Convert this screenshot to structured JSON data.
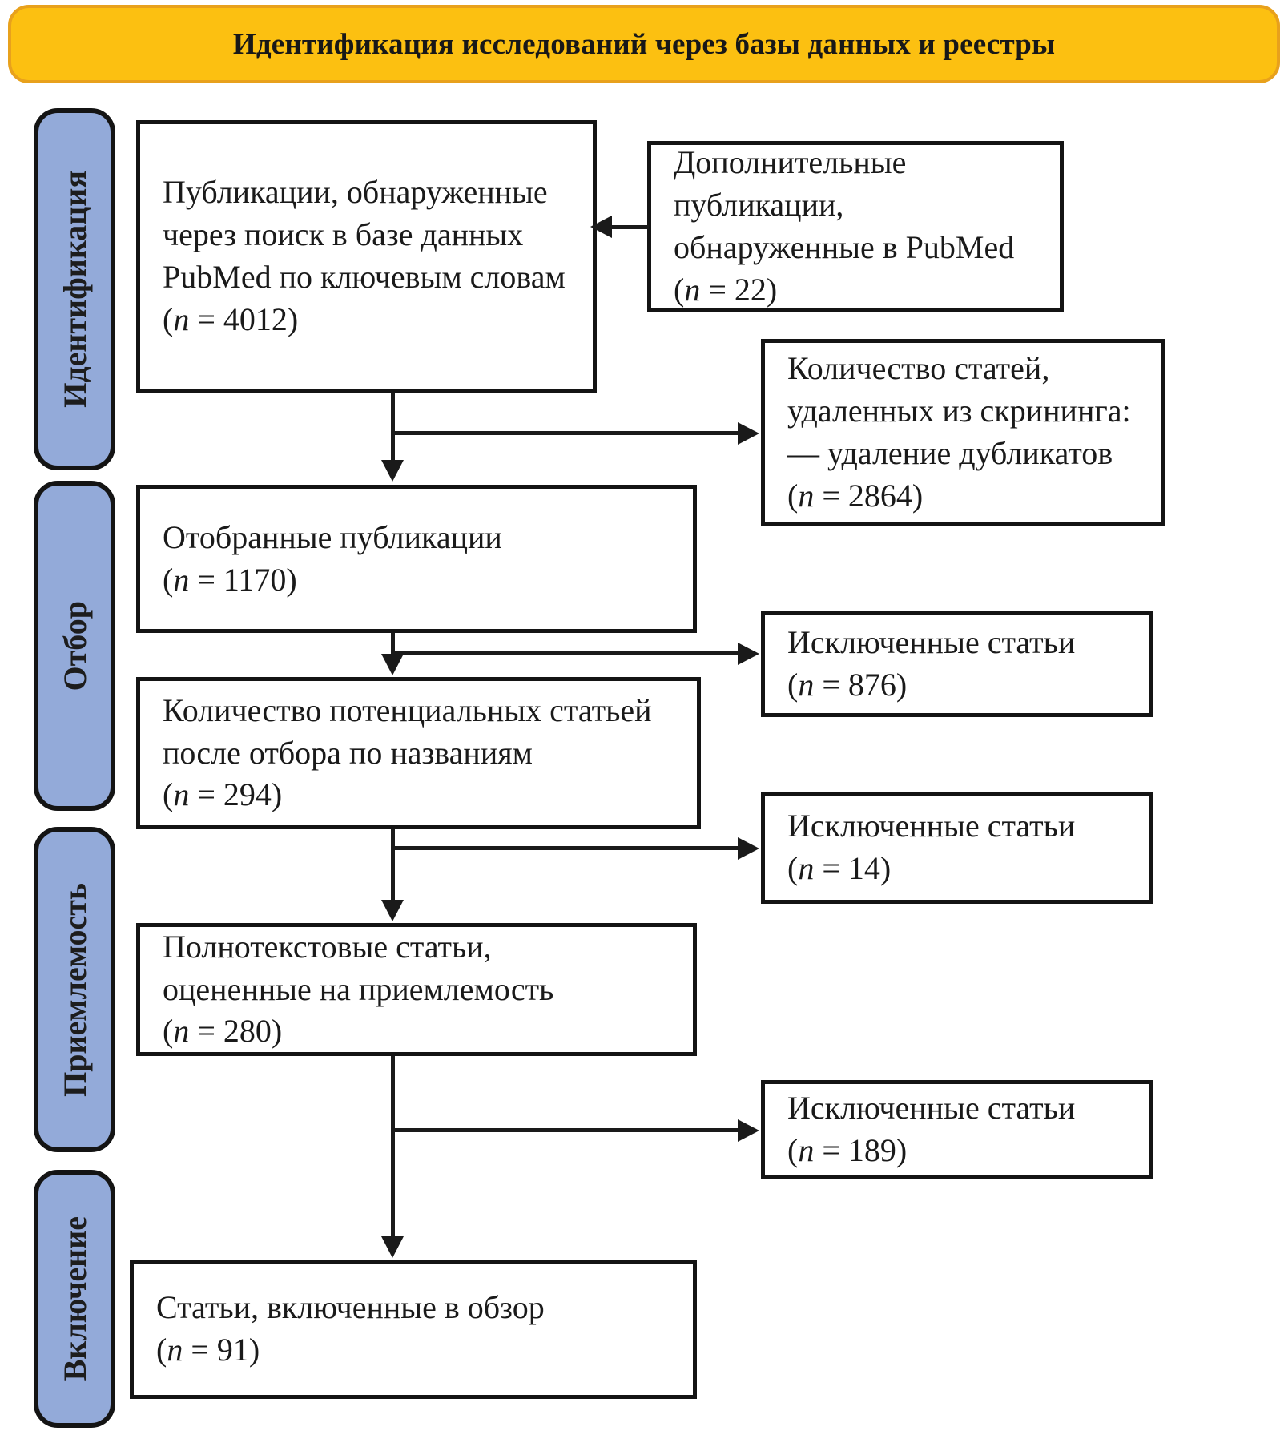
{
  "title_banner": {
    "label": "Идентификация исследований через базы данных и реестры"
  },
  "palette": {
    "banner_fill": "#FCC011",
    "banner_border": "#E8A11C",
    "stage_fill": "#93AAD9",
    "outline": "#141414",
    "arrow": "#1A1A1A"
  },
  "stages": [
    {
      "label": "Идентификация"
    },
    {
      "label": "Отбор"
    },
    {
      "label": "Приемлемость"
    },
    {
      "label": "Включение"
    }
  ],
  "n_format": {
    "open": "(",
    "symbol": "n",
    "equals": " = ",
    "close": ")"
  },
  "boxes": [
    {
      "lines": [
        "Публикации, обнаруженные",
        "через поиск в базе данных",
        "PubMed по ключевым словам"
      ],
      "n": "4012"
    },
    {
      "lines": [
        "Дополнительные",
        "публикации,",
        "обнаруженные в PubMed"
      ],
      "n": "22"
    },
    {
      "lines": [
        "Количество статей,",
        "удаленных из скрининга:",
        "— удаление дубликатов"
      ],
      "n": "2864"
    },
    {
      "lines": [
        "Отобранные публикации"
      ],
      "n": "1170"
    },
    {
      "lines": [
        "Исключенные статьи"
      ],
      "n": "876"
    },
    {
      "lines": [
        "Количество потенциальных статьей",
        "после отбора по названиям"
      ],
      "n": "294"
    },
    {
      "lines": [
        "Исключенные статьи"
      ],
      "n": "14"
    },
    {
      "lines": [
        "Полнотекстовые статьи,",
        "оцененные на приемлемость"
      ],
      "n": "280"
    },
    {
      "lines": [
        "Исключенные статьи"
      ],
      "n": "189"
    },
    {
      "lines": [
        "Статьи, включенные в обзор"
      ],
      "n": "91"
    }
  ]
}
